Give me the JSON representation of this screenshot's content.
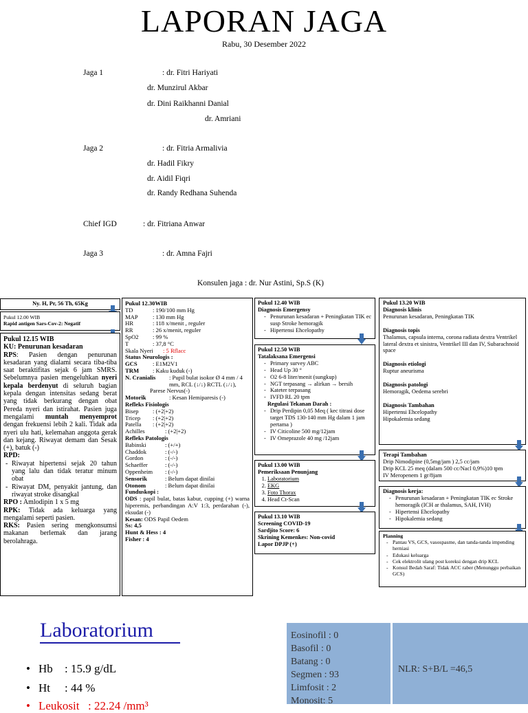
{
  "title": "LAPORAN JAGA",
  "date": "Rabu, 30 Desember 2022",
  "jaga1": {
    "label": "Jaga 1",
    "names": [
      ": dr. Fitri Hariyati",
      "dr. Munzirul Akbar",
      "dr. Dini Raikhanni Danial",
      "dr. Amriani"
    ]
  },
  "jaga2": {
    "label": "Jaga 2",
    "names": [
      ": dr. Fitria Armalivia",
      "dr. Hadil Fikry",
      "dr. Aidil Fiqri",
      "dr. Randy Redhana Suhenda"
    ]
  },
  "chief": {
    "label": "Chief  IGD",
    "name": ": dr. Fitriana Anwar"
  },
  "jaga3": {
    "label": "Jaga 3",
    "name": ": dr. Amna Fajri"
  },
  "konsulen": "Konsulen jaga :  dr. Nur Astini, Sp.S (K)",
  "patient": "Ny. H, Pr, 56 Th, 65Kg",
  "c1b": {
    "time": "Pukul 12.00 WIB",
    "text": "Rapid antigen Sars-Cov-2: Negatif"
  },
  "c1c": {
    "time": "Pukul  12.15 WIB",
    "ku": "KU: Penurunan kesadaran",
    "rps_label": "RPS",
    "rps1": ": Pasien dengan penurunan kesadaran yang dialami secara tiba-tiba saat beraktifitas sejak 6 jam SMRS. Sebelumnya pasien mengeluhkan ",
    "rps_bold": "nyeri kepala berdenyut",
    "rps2": " di seluruh bagian kepala dengan intensitas sedang berat yang tidak berkurang dengan obat Pereda nyeri dan istirahat. Pasien juga mengalami ",
    "rps_bold2": "muntah menyemprot",
    "rps3": " dengan frekuensi lebih 2 kali. Tidak ada nyeri ulu hati, kelemahan anggota gerak dan kejang. Riwayat demam dan Sesak (+), batuk (-)",
    "rpd_label": "RPD:",
    "rpd": [
      "Riwayat hipertensi sejak 20 tahun yang lalu dan tidak teratur minum obat",
      "Riwayat DM, penyakit jantung, dan riwayat stroke disangkal"
    ],
    "rpo_label": "RPO :",
    "rpo": " Amlodipin 1 x 5 mg",
    "rpk_label": "RPK:",
    "rpk": " Tidak ada keluarga yang mengalami seperti pasien.",
    "rks_label": "RKS:",
    "rks": " Pasien sering mengkonsumsi makanan berlemak dan jarang berolahraga."
  },
  "c2": {
    "time": "Pukul  12.30WIB",
    "vitals": [
      [
        "TD",
        ": 190/100 mm Hg"
      ],
      [
        "MAP",
        ": 130 mm Hg"
      ],
      [
        "HR",
        ": 118 x/menit , reguler"
      ],
      [
        "RR",
        ": 26 x/menit, reguler"
      ],
      [
        "SpO2",
        ": 99 %"
      ],
      [
        "T",
        ": 37,8 °C"
      ]
    ],
    "nyeri_label": "Skala Nyeri",
    "nyeri_val": ": 5 Rflacc",
    "neuro_label": "Status Neurologis :",
    "gcs_label": "GCS",
    "gcs": ": E1M2V1",
    "trm_label": "TRM",
    "trm": ": Kaku kuduk (-)",
    "nc_label": "N. Cranialis",
    "nc": ": Pupil bulat isokor Ø 4 mm / 4 mm, RCL (↓/↓) RCTL (↓/↓),",
    "nc2": "Parese Nervus(-)",
    "motorik_label": "Motorik",
    "motorik": ": Kesan Hemiparesis (-)",
    "rf_label": "Refleks Fisiologis",
    "rf": [
      [
        "Bisep",
        ": (+2|+2)"
      ],
      [
        "Tricep",
        ": (+2|+2)"
      ],
      [
        "Patella",
        ": (+2|+2)"
      ],
      [
        "Achilles",
        ": (+2|+2)"
      ]
    ],
    "rp_label": "Refleks Patologis",
    "rp": [
      [
        "Babinski",
        ": (+/+)"
      ],
      [
        "Chaddok",
        ": (-/-)"
      ],
      [
        "Gordon",
        ": (-/-)"
      ],
      [
        "Schaeffer",
        ": (-/-)"
      ],
      [
        "Oppenheim",
        ": (-/-)"
      ]
    ],
    "sensorik_label": "Sensorik",
    "sensorik": ": Belum dapat dinilai",
    "otonom_label": "Otonom",
    "otonom": ": Belum dapat dinilai",
    "fund_label": "Funduskopi :",
    "ods_label": "ODS",
    "ods": ": papil bulat, batas kabur, cupping (+) warna hiperemis, perbandingan A:V 1:3, perdarahan (-), eksudat (-)",
    "kesan_label": "Kesan:",
    "kesan": " ODS Papil Oedem",
    "ss": "Ss: 4,5",
    "hunt": "Hunt & Hess : 4",
    "fisher": "Fisher : 4"
  },
  "c3a": {
    "time": "Pukul  12.40 WIB",
    "head": "Diagnosis Emergensy",
    "items": [
      "Penurunan kesadaran + Peningkatan TIK ec susp Stroke hemoragik",
      "Hipertensi Ehcelopathy"
    ]
  },
  "c3b": {
    "time": "Pukul  12.50 WIB",
    "head": "Tatalaksana Emergensi",
    "items": [
      "Primary survey ABC",
      "Head Up 30 °",
      "O2 6-8 liter/menit (sungkup)",
      "NGT terpasang → alirkan → bersih",
      "Kateter terpasang",
      "IVFD RL 20 tpm"
    ],
    "reg": "Regulasi Tekanan Darah :",
    "items2": [
      "Drip Perdipin 0,05 Meq ( kec titrasi dose target TDS 130-140 mm Hg dalam 1 jam pertama )",
      "IV Citicoline 500 mg/12jam",
      "IV Omeprazole 40 mg /12jam"
    ]
  },
  "c3c": {
    "time": "Pukul 13.00  WIB",
    "head": "Pemeriksaan Penunjang",
    "items": [
      "Laboratorium",
      "EKG",
      "Foto Thorax",
      "Head Ct-Scan"
    ]
  },
  "c3d": {
    "time": "Pukul 13.10  WIB",
    "l1": "Screening COVID-19",
    "l2": "Sardjito Score: 6",
    "l3": "Skrining Kemenkes: Non-covid",
    "l4": "Lapor DPJP (+)"
  },
  "c4a": {
    "time": "Pukul 13.20 WIB",
    "klinis_label": "Diagnosis klinis",
    "klinis": "Penurunan kesadaran, Peningkatan TIK",
    "topis_label": "Diagnosis topis",
    "topis": "Thalamus, capsula interna, corona radiata dextra Ventrikel lateral dextra et sinistra, Ventrikel III dan IV, Subarachnoid space",
    "etio_label": "Diagnosis etiologi",
    "etio": "Ruptur aneurisma",
    "pato_label": "Diagnosis patologi",
    "pato": "Hemoragik, Oedema serebri",
    "tamb_label": "Diagnosis Tambahan",
    "tamb": [
      "Hipertensi Ehcelopathy",
      "Hipokalemia sedang"
    ]
  },
  "c4b": {
    "head": "Terapi Tambahan",
    "lines": [
      "Drip Nimodipine (0,5mg/jam ) 2,5 cc/jam",
      "Drip KCL 25 meq (dalam 500 cc/Nacl 0,9%)10 tpm",
      "IV Meropenem  1 gr/8jam"
    ]
  },
  "c4c": {
    "head": "Diagnosis kerja:",
    "items": [
      "Penurunan kesadaran + Peningkatan TIK  ec Stroke hemoragik (ICH ar thalamus, SAH, IVH)",
      "Hipertensi Ehcelopathy",
      "Hipokalemia sedang"
    ]
  },
  "c4d": {
    "head": "Planning",
    "items": [
      "Pantau VS, GCS, vasospasme, dan tanda-tanda impending herniasi",
      "Edukasi keluarga",
      "Cek elektrolit ulang post koreksi dengan drip KCL",
      "Konsul Bedah Saraf: Tidak ACC raber (Menunggu perbaikan GCS)"
    ]
  },
  "lab": {
    "title": "Laboratorium",
    "items": [
      {
        "name": "Hb",
        "value": ": 15.9 g/dL"
      },
      {
        "name": "Ht",
        "value": ": 44 %"
      },
      {
        "name": "Leukosit",
        "value": ": 22.24 /mm³"
      }
    ]
  },
  "diff": {
    "lines": [
      "Eosinofil : 0",
      "Basofil : 0",
      "Batang : 0",
      "Segmen : 93",
      "Limfosit : 2",
      "Monosit: 5"
    ],
    "nlr": "NLR: S+B/L =46,5"
  },
  "colors": {
    "arrow": "#3a6fb0",
    "panel": "#8fb0d6",
    "lab_title": "#1c1ca8",
    "red": "#e00000"
  }
}
